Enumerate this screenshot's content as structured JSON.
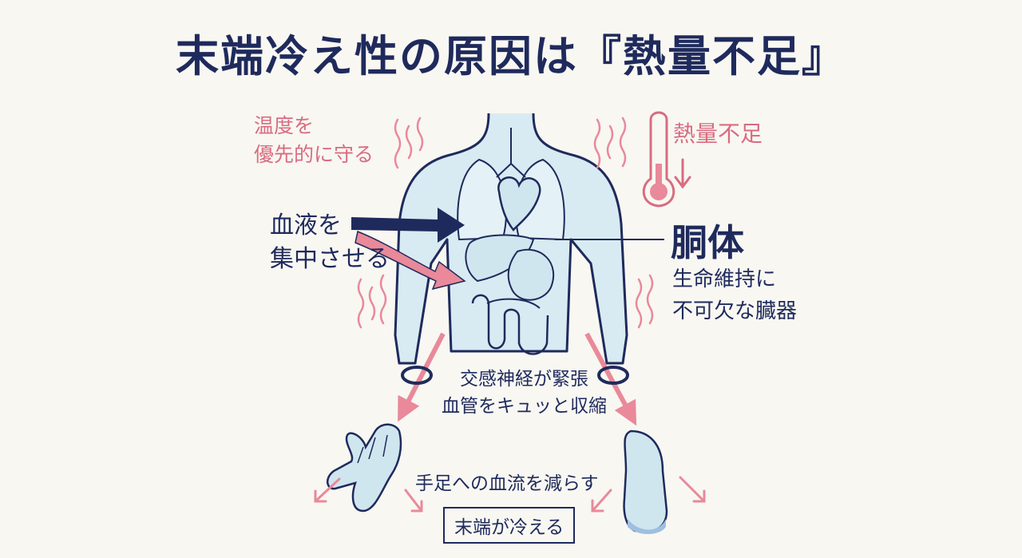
{
  "title": "末端冷え性の原因は『熱量不足』",
  "left_top": {
    "line1": "温度を",
    "line2": "優先的に守る"
  },
  "thermometer": {
    "label": "熱量不足",
    "icon": "thermometer-icon",
    "arrow_icon": "down-arrow-icon"
  },
  "blood_flow": {
    "line1": "血液を",
    "line2": "集中させる"
  },
  "torso": {
    "title": "胴体",
    "line1": "生命維持に",
    "line2": "不可欠な臓器"
  },
  "nerve": {
    "line1": "交感神経が緊張",
    "line2": "血管をキュッと収縮"
  },
  "limbs": {
    "reduce": "手足への血流を減らす",
    "result": "末端が冷える"
  },
  "colors": {
    "navy": "#1f2a5c",
    "pink": "#d96c80",
    "light_blue": "#cfe6ef",
    "background": "#f8f7f2"
  }
}
